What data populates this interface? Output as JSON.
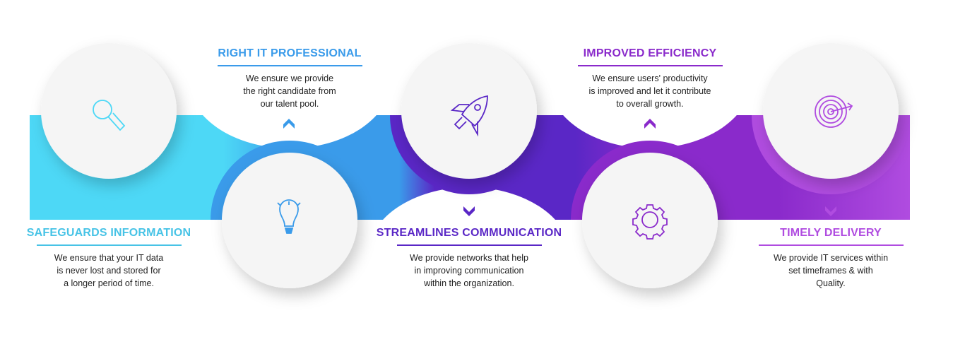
{
  "colors": {
    "cyan": "#4dd8f6",
    "blue": "#3a9bea",
    "indigo": "#5a27c6",
    "purple": "#8a2acb",
    "violet": "#b04ce0",
    "circle": "#f5f5f5"
  },
  "steps": [
    {
      "title": "SAFEGUARDS INFORMATION",
      "lines": [
        "We ensure that your IT data",
        "is never lost and stored for",
        "a longer period of time."
      ],
      "icon": "magnifier-icon",
      "color": "#47c3e6"
    },
    {
      "title": "RIGHT IT PROFESSIONAL",
      "lines": [
        "We ensure we provide",
        "the right candidate from",
        "our talent pool."
      ],
      "icon": "lightbulb-icon",
      "color": "#3a9bea"
    },
    {
      "title": "STREAMLINES COMMUNICATION",
      "lines": [
        "We provide networks that help",
        "in improving communication",
        "within the organization."
      ],
      "icon": "rocket-icon",
      "color": "#5a27c6"
    },
    {
      "title": "IMPROVED EFFICIENCY",
      "lines": [
        "We ensure users' productivity",
        "is improved and let it contribute",
        "to overall growth."
      ],
      "icon": "gear-icon",
      "color": "#8a2acb"
    },
    {
      "title": "TIMELY DELIVERY",
      "lines": [
        "We provide IT services within",
        "set timeframes & with",
        "Quality."
      ],
      "icon": "target-icon",
      "color": "#b04ce0"
    }
  ]
}
